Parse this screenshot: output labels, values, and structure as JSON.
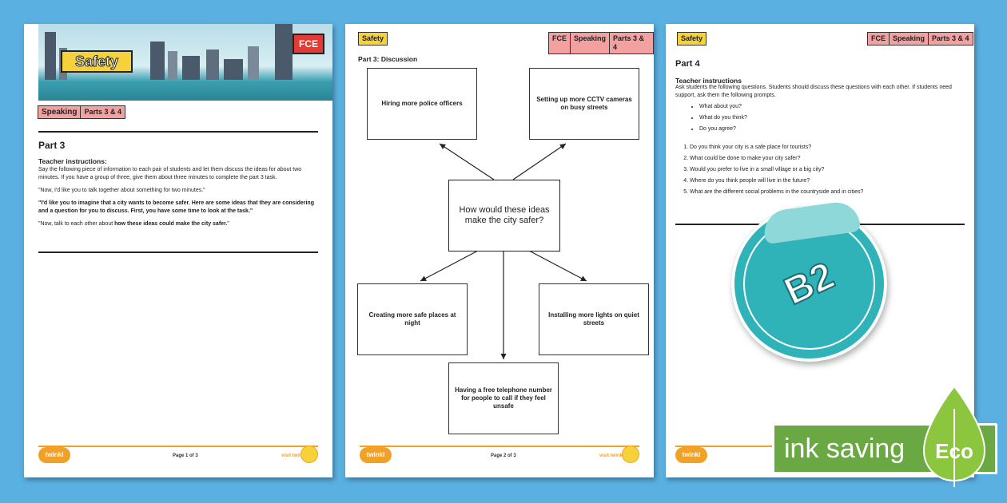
{
  "page1": {
    "banner_title": "Safety",
    "banner_fce": "FCE",
    "tags": [
      "Speaking",
      "Parts 3 & 4"
    ],
    "section_title": "Part 3",
    "instructions_title": "Teacher instructions:",
    "para1": "Say the following piece of information to each pair of students and let them discuss the ideas for about two minutes. If you have a group of three, give them about three minutes to complete the part 3 task.",
    "para2": "\"Now, I'd like you to talk together about something for two minutes.\"",
    "para3": "\"I'd like you to imagine that a city wants to become safer. Here are some ideas that they are considering and a question for you to discuss. First, you have some time to look at the task.\"",
    "para4_start": "\"Now, talk to each other about ",
    "para4_bold": "how these ideas could make the city safer.",
    "para4_end": "\"",
    "footer_page": "Page 1 of 3",
    "footer_url": "visit twinkl.com",
    "logo": "twinkl ESL"
  },
  "page2": {
    "left_tag": "Safety",
    "tags": [
      "FCE",
      "Speaking",
      "Parts 3 & 4"
    ],
    "section_title": "Part 3: Discussion",
    "center": "How would these ideas make the city safer?",
    "ideas": [
      "Hiring more police officers",
      "Setting up more CCTV cameras on busy streets",
      "Creating more safe places at night",
      "Installing more lights on quiet streets",
      "Having a free telephone number for people to call if they feel unsafe"
    ],
    "footer_page": "Page 2 of 3",
    "footer_url": "visit twinkl.com",
    "logo": "twinkl ESL"
  },
  "page3": {
    "left_tag": "Safety",
    "tags": [
      "FCE",
      "Speaking",
      "Parts 3 & 4"
    ],
    "section_title": "Part 4",
    "instructions_title": "Teacher instructions",
    "intro": "Ask students the following questions. Students should discuss these questions with each other. If students need support, ask them the following prompts.",
    "prompts": [
      "What about you?",
      "What do you think?",
      "Do you agree?"
    ],
    "questions": [
      "Do you think your city is a safe place for tourists?",
      "What could be done to make your city safer?",
      "Would you prefer to live in a small village or a big city?",
      "Where do you think people will live in the future?",
      "What are the different social problems in the countryside and in cities?"
    ],
    "logo": "twinkl ESL"
  },
  "sticker": "B2",
  "eco": {
    "label": "ink saving",
    "badge": "Eco"
  },
  "colors": {
    "background": "#5ab0e0",
    "yellow": "#f5d23a",
    "pink": "#f3a0a0",
    "orange": "#f2a126",
    "teal": "#2fb3b8",
    "green": "#6aa843"
  }
}
